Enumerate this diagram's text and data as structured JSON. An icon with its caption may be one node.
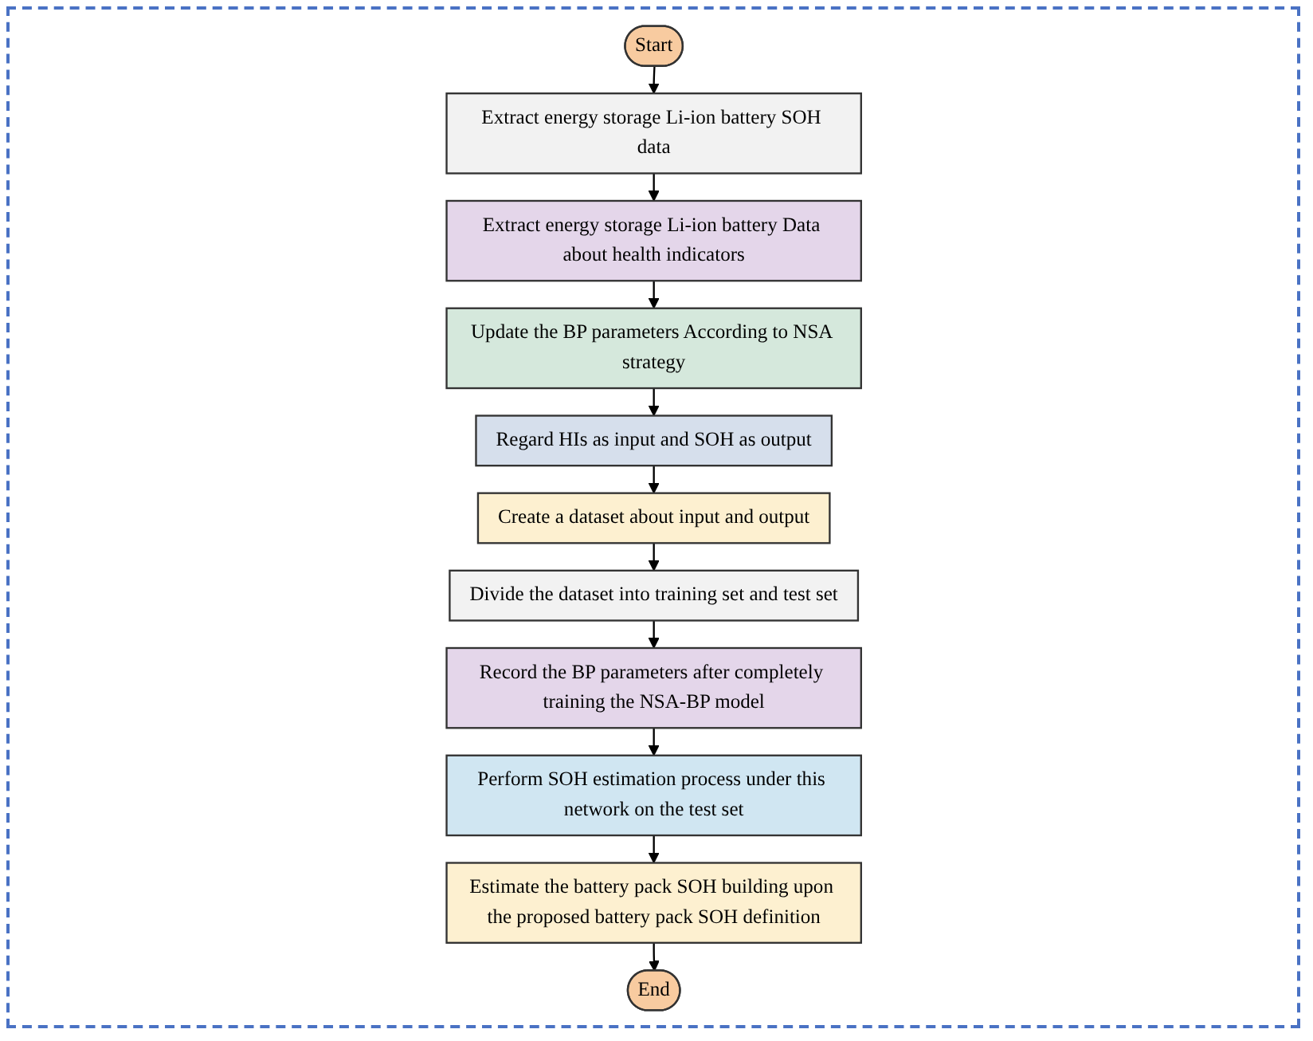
{
  "diagram": {
    "nodes": [
      {
        "text": [
          "Start"
        ]
      },
      {
        "text": [
          "Extract energy storage Li-ion battery SOH data"
        ]
      },
      {
        "text": [
          "Extract energy storage Li-ion battery Data about health indicators"
        ]
      },
      {
        "text": [
          "Update the BP parameters According to NSA strategy"
        ]
      },
      {
        "text": [
          "Regard HIs as input and SOH as output"
        ]
      },
      {
        "text": [
          "Create a dataset about input and output"
        ]
      },
      {
        "text": [
          "Divide the dataset into training set and test set"
        ]
      },
      {
        "text": [
          "Record the BP parameters after completely training the NSA-BP model"
        ]
      },
      {
        "text": [
          "Perform SOH estimation process under this network on the test set"
        ]
      },
      {
        "text": [
          "Estimate the battery pack SOH building upon the proposed battery pack SOH definition"
        ]
      },
      {
        "text": [
          "End"
        ]
      }
    ],
    "edges": [
      {
        "from": 0,
        "to": 1,
        "arrow": "to"
      },
      {
        "from": 1,
        "to": 2,
        "arrow": "to"
      },
      {
        "from": 2,
        "to": 3,
        "arrow": "to"
      },
      {
        "from": 3,
        "to": 4,
        "arrow": "to"
      },
      {
        "from": 4,
        "to": 5,
        "arrow": "to"
      },
      {
        "from": 5,
        "to": 6,
        "arrow": "to"
      },
      {
        "from": 6,
        "to": 7,
        "arrow": "to"
      },
      {
        "from": 7,
        "to": 8,
        "arrow": "to"
      },
      {
        "from": 8,
        "to": 9,
        "arrow": "to"
      },
      {
        "from": 9,
        "to": 10,
        "arrow": "to"
      }
    ]
  }
}
